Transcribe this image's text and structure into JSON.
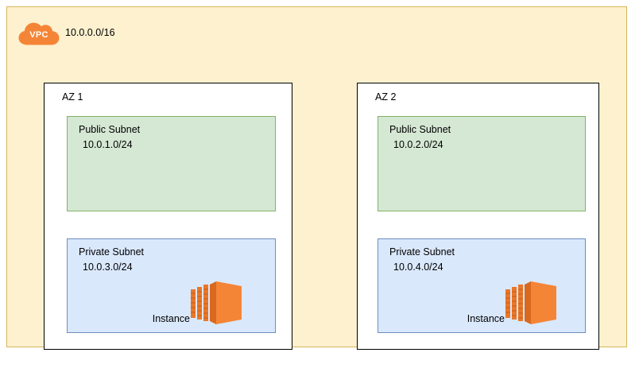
{
  "diagram": {
    "type": "aws-vpc-architecture",
    "background_color": "#ffffff"
  },
  "vpc": {
    "icon_name": "vpc-cloud-icon",
    "icon_label": "VPC",
    "icon_color": "#f58536",
    "icon_text_color": "#ffffff",
    "cidr": "10.0.0.0/16",
    "fill_color": "#fdf1cf",
    "border_color": "#d6b656"
  },
  "availability_zones": [
    {
      "label": "AZ 1",
      "fill_color": "#ffffff",
      "border_color": "#000000",
      "subnets": [
        {
          "kind": "public",
          "title": "Public Subnet",
          "cidr": "10.0.1.0/24",
          "fill_color": "#d5e8d4",
          "border_color": "#82b366",
          "resources": []
        },
        {
          "kind": "private",
          "title": "Private Subnet",
          "cidr": "10.0.3.0/24",
          "fill_color": "#dae8fc",
          "border_color": "#6c8ebf",
          "resources": [
            {
              "icon_name": "ec2-instance-icon",
              "label": "Instance",
              "color": "#f58536"
            }
          ]
        }
      ]
    },
    {
      "label": "AZ 2",
      "fill_color": "#ffffff",
      "border_color": "#000000",
      "subnets": [
        {
          "kind": "public",
          "title": "Public Subnet",
          "cidr": "10.0.2.0/24",
          "fill_color": "#d5e8d4",
          "border_color": "#82b366",
          "resources": []
        },
        {
          "kind": "private",
          "title": "Private Subnet",
          "cidr": "10.0.4.0/24",
          "fill_color": "#dae8fc",
          "border_color": "#6c8ebf",
          "resources": [
            {
              "icon_name": "ec2-instance-icon",
              "label": "Instance",
              "color": "#f58536"
            }
          ]
        }
      ]
    }
  ]
}
